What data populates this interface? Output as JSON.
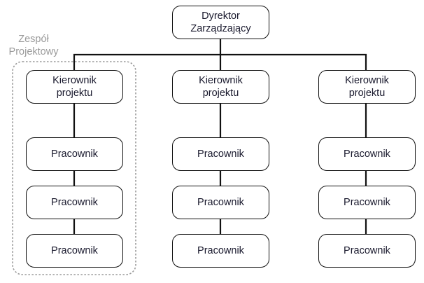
{
  "diagram": {
    "type": "org-chart",
    "director": {
      "line1": "Dyrektor",
      "line2": "Zarządzający"
    },
    "team_label": {
      "line1": "Zespół",
      "line2": "Projektowy"
    },
    "columns": [
      {
        "manager": {
          "line1": "Kierownik",
          "line2": "projektu"
        },
        "workers": [
          "Pracownik",
          "Pracownik",
          "Pracownik"
        ]
      },
      {
        "manager": {
          "line1": "Kierownik",
          "line2": "projektu"
        },
        "workers": [
          "Pracownik",
          "Pracownik",
          "Pracownik"
        ]
      },
      {
        "manager": {
          "line1": "Kierownik",
          "line2": "projektu"
        },
        "workers": [
          "Pracownik",
          "Pracownik",
          "Pracownik"
        ]
      }
    ],
    "colors": {
      "line": "#111111",
      "team_outline": "#9a9a9a",
      "text": "#1a1a2e"
    }
  }
}
